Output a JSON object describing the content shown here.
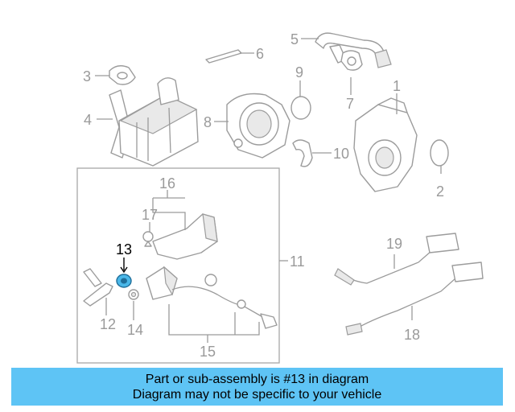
{
  "colors": {
    "banner_bg": "#5ec4f5",
    "highlight_part": "#4ab7e8",
    "callout_gray": "#9a9a9a",
    "callout_highlight": "#000000"
  },
  "callouts": {
    "c1": "1",
    "c2": "2",
    "c3": "3",
    "c4": "4",
    "c5": "5",
    "c6": "6",
    "c7": "7",
    "c8": "8",
    "c9": "9",
    "c10": "10",
    "c11": "11",
    "c12": "12",
    "c13": "13",
    "c14": "14",
    "c15": "15",
    "c16": "16",
    "c17": "17",
    "c18": "18",
    "c19": "19"
  },
  "highlighted_part": "13",
  "banner": {
    "line1": "Part or sub-assembly is #13 in diagram",
    "line2": "Diagram may not be specific to your vehicle"
  }
}
